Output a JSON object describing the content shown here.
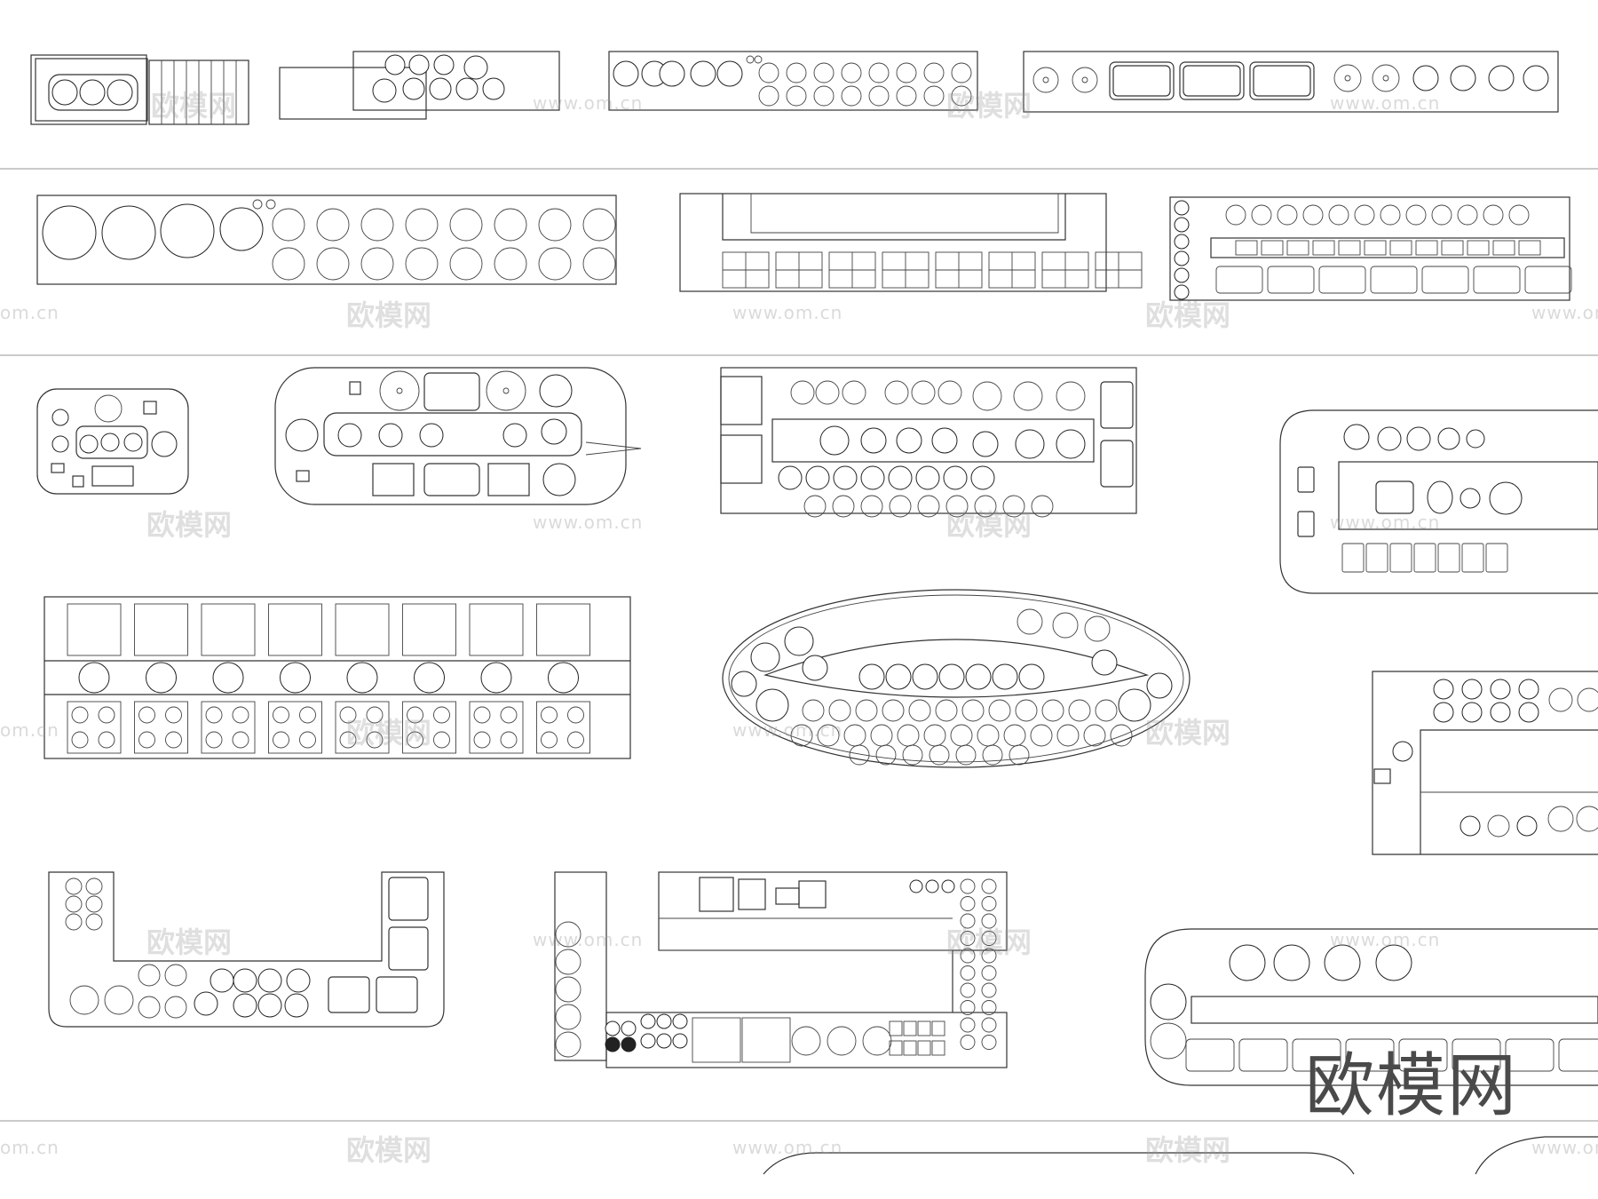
{
  "watermark": {
    "url_text": "www.om.cn",
    "short_text": "om.cn",
    "cjk_text": "欧模网"
  },
  "logo": {
    "text": "欧模网"
  },
  "colors": {
    "line": "#333333",
    "separator": "#b8b8b8",
    "watermark": "#969696",
    "logo": "#4a4a4a"
  },
  "icons": [
    "food-plate-icon",
    "round-pot-icon",
    "rectangular-pan-icon",
    "banana-icon",
    "grape-cluster-icon"
  ]
}
